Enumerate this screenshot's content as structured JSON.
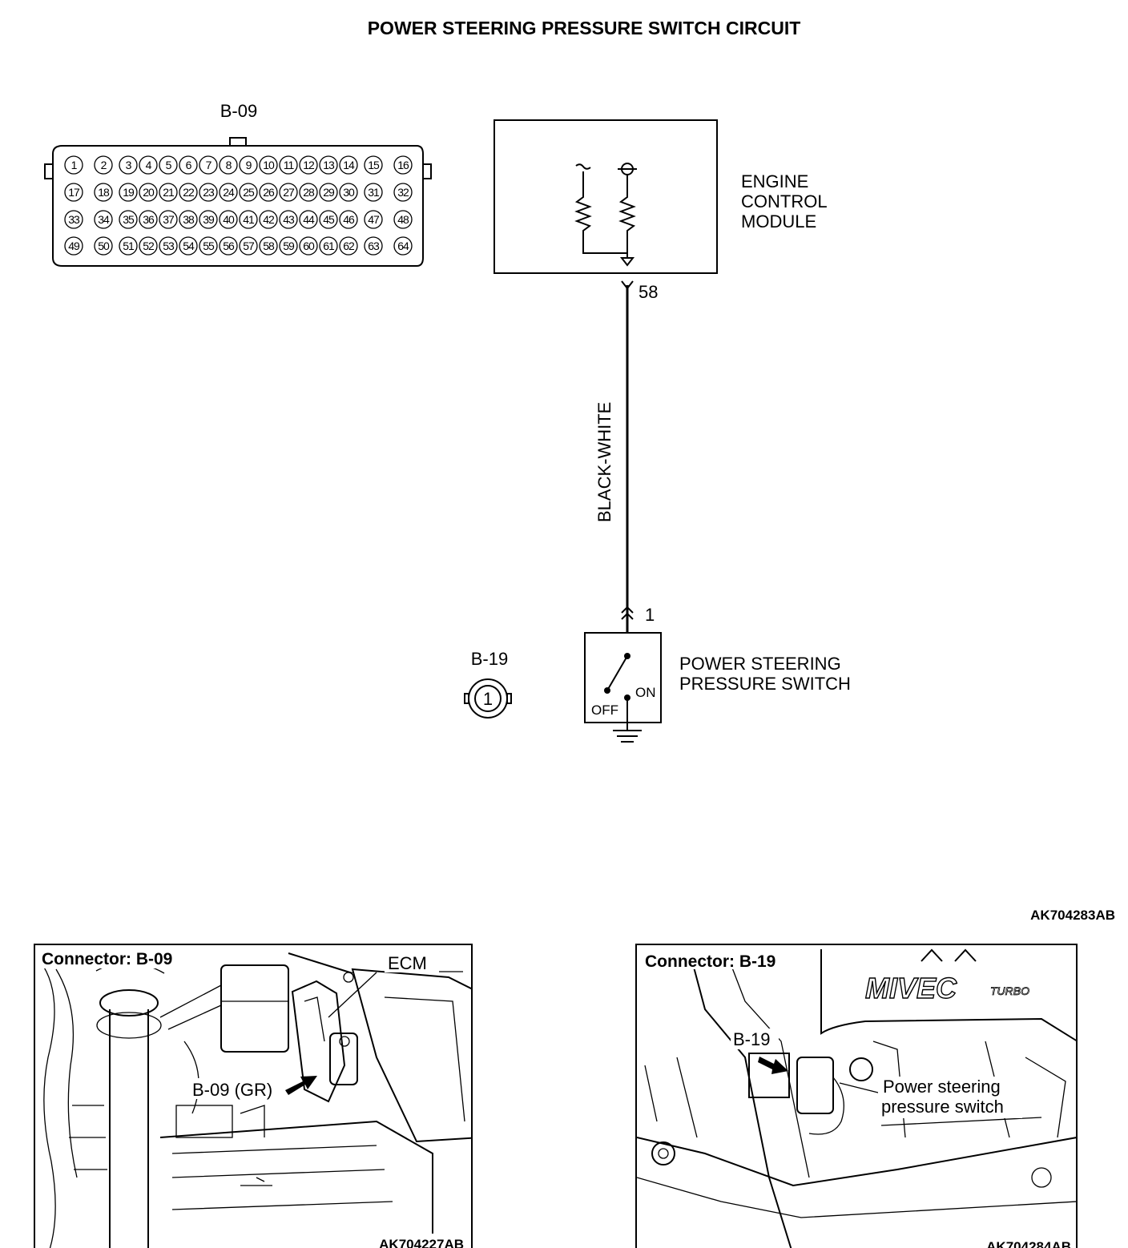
{
  "title": "POWER STEERING PRESSURE SWITCH CIRCUIT",
  "ecm_connector": {
    "label": "B-09",
    "rows": [
      [
        "1",
        "2",
        "3",
        "4",
        "5",
        "6",
        "7",
        "8",
        "9",
        "10",
        "11",
        "12",
        "13",
        "14",
        "15",
        "16"
      ],
      [
        "17",
        "18",
        "19",
        "20",
        "21",
        "22",
        "23",
        "24",
        "25",
        "26",
        "27",
        "28",
        "29",
        "30",
        "31",
        "32"
      ],
      [
        "33",
        "34",
        "35",
        "36",
        "37",
        "38",
        "39",
        "40",
        "41",
        "42",
        "43",
        "44",
        "45",
        "46",
        "47",
        "48"
      ],
      [
        "49",
        "50",
        "51",
        "52",
        "53",
        "54",
        "55",
        "56",
        "57",
        "58",
        "59",
        "60",
        "61",
        "62",
        "63",
        "64"
      ]
    ]
  },
  "ecm": {
    "label_lines": [
      "ENGINE",
      "CONTROL",
      "MODULE"
    ],
    "terminal": "58"
  },
  "wire": {
    "color_label": "BLACK-WHITE"
  },
  "switch": {
    "label_lines": [
      "POWER STEERING",
      "PRESSURE SWITCH"
    ],
    "terminal": "1",
    "on_label": "ON",
    "off_label": "OFF"
  },
  "switch_connector": {
    "label": "B-19",
    "pin": "1"
  },
  "diagram_code": "AK704283AB",
  "inset_b09": {
    "heading": "Connector: B-09",
    "callout_ecm": "ECM",
    "callout_connector": "B-09 (GR)",
    "code": "AK704227AB"
  },
  "inset_b19": {
    "heading": "Connector: B-19",
    "logo_text": "MIVEC",
    "logo_sub": "TURBO",
    "callout_connector": "B-19",
    "callout_switch_lines": [
      "Power steering",
      "pressure switch"
    ],
    "code": "AK704284AB"
  }
}
